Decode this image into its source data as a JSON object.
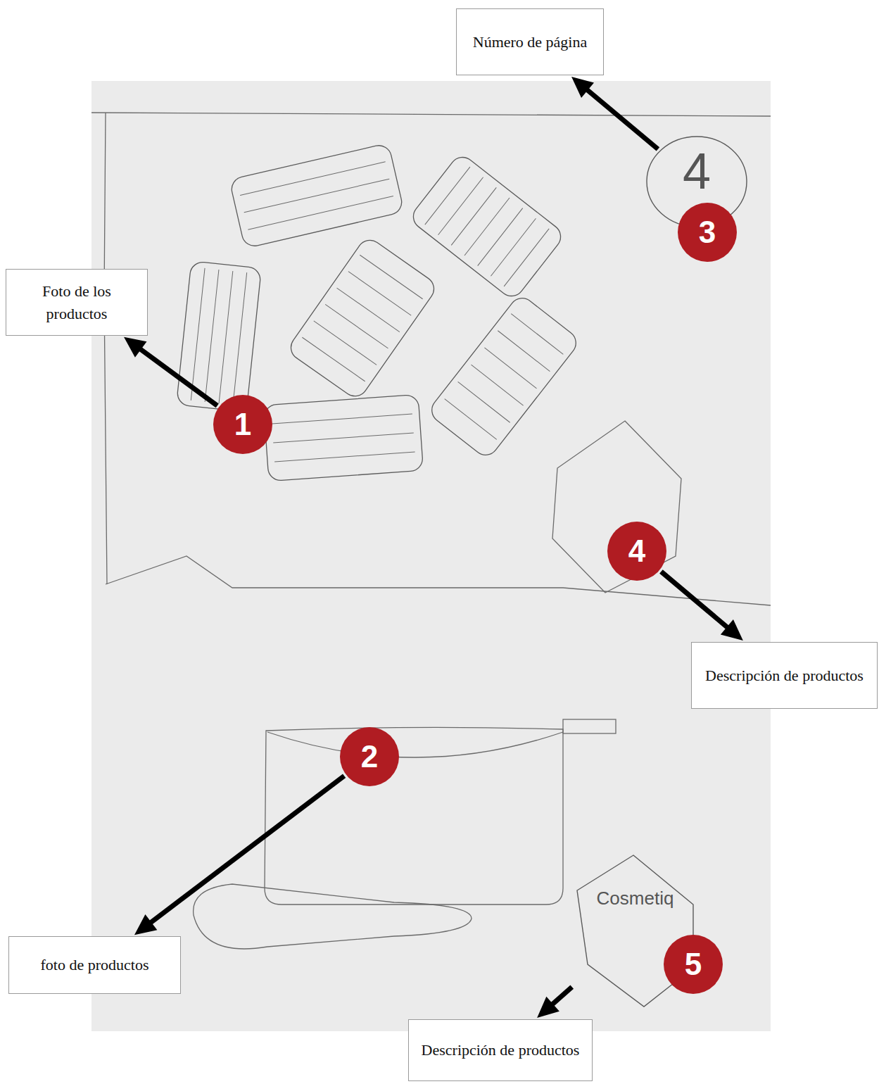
{
  "diagram": {
    "nodes": [
      {
        "text": [
          "Número de página"
        ]
      },
      {
        "text": [
          "4"
        ]
      },
      {
        "text": [
          "3"
        ]
      },
      {
        "text": [
          "Foto de los productos"
        ]
      },
      {
        "text": [
          "1"
        ]
      },
      {
        "text": [
          "4"
        ]
      },
      {
        "text": [
          "Descripción de productos"
        ]
      },
      {
        "text": [
          "2"
        ]
      },
      {
        "text": [
          "Cosmetiq"
        ]
      },
      {
        "text": [
          "foto de productos"
        ]
      },
      {
        "text": [
          "5"
        ]
      },
      {
        "text": [
          "Descripción de productos"
        ]
      }
    ],
    "edges": [
      {
        "from": 1,
        "to": 0,
        "arrow": "to"
      },
      {
        "from": 4,
        "to": 3,
        "arrow": "to"
      },
      {
        "from": 5,
        "to": 6,
        "arrow": "to"
      },
      {
        "from": 7,
        "to": 9,
        "arrow": "to"
      },
      {
        "from": 8,
        "to": 11,
        "arrow": "to"
      }
    ]
  }
}
